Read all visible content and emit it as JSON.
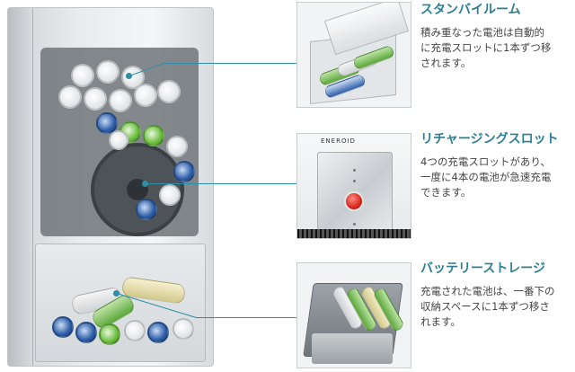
{
  "sections": [
    {
      "heading": "スタンバイルーム",
      "desc": [
        "積み重なった電池は自動的",
        "に充電スロットに1本ずつ移",
        "されます。"
      ]
    },
    {
      "heading": "リチャージングスロット",
      "desc": [
        "4つの充電スロットがあり、",
        "一度に4本の電池が急速充電",
        "できます。"
      ]
    },
    {
      "heading": "バッテリーストレージ",
      "desc": [
        "充電された電池は、一番下の",
        "収納スペースに1本ずつ移さ",
        "れます。"
      ]
    }
  ],
  "device": {
    "brand_label": "ENEROID"
  },
  "colors": {
    "accent": "#2b7f93",
    "leader": "#2d8fa5",
    "button": "#d8261a"
  }
}
